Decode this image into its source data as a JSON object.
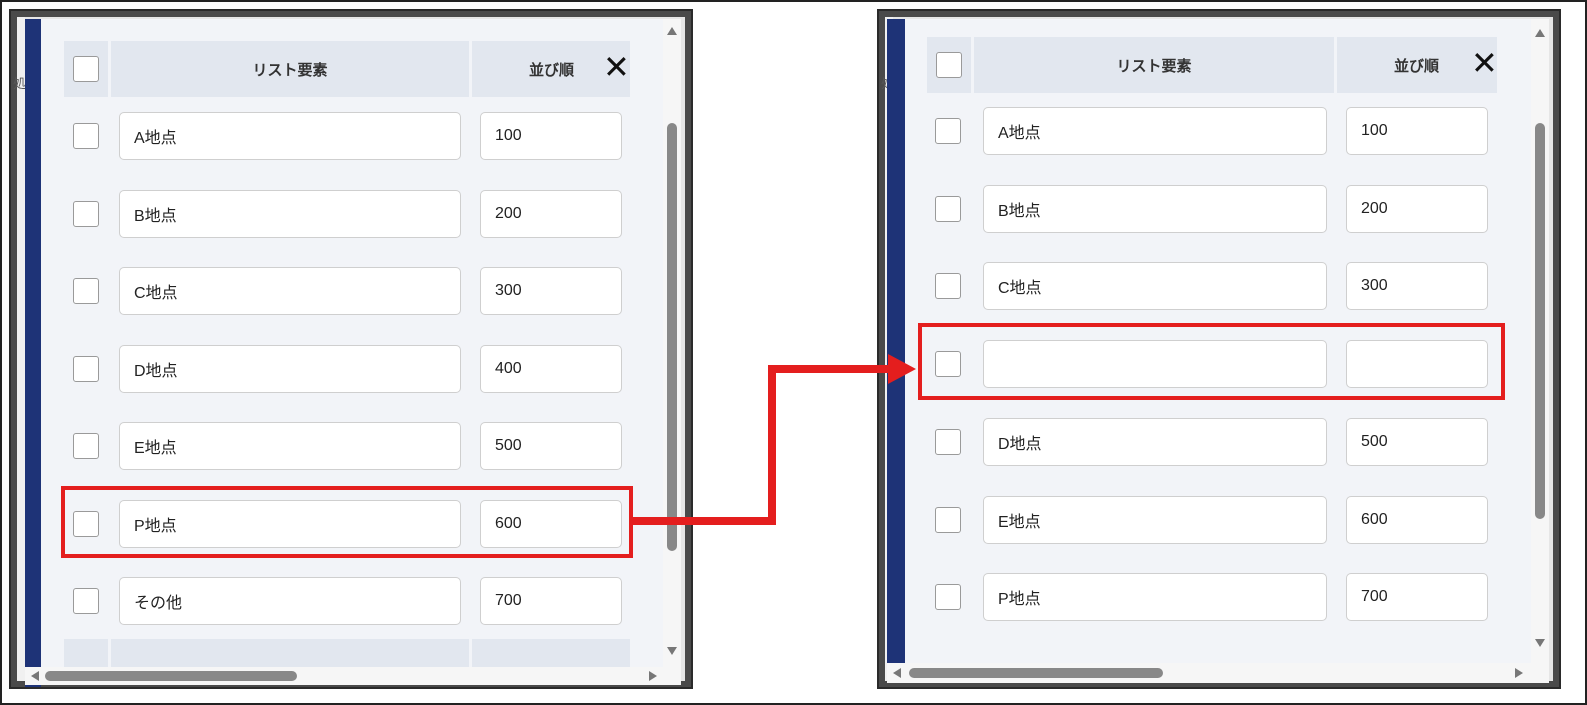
{
  "before": {
    "header": {
      "list_col": "リスト要素",
      "order_col": "並び順",
      "close_icon": "close-icon"
    },
    "rows": [
      {
        "name": "A地点",
        "order": "100"
      },
      {
        "name": "B地点",
        "order": "200"
      },
      {
        "name": "C地点",
        "order": "300"
      },
      {
        "name": "D地点",
        "order": "400"
      },
      {
        "name": "E地点",
        "order": "500"
      },
      {
        "name": "P地点",
        "order": "600"
      },
      {
        "name": "その他",
        "order": "700"
      }
    ],
    "edge_text": "処"
  },
  "after": {
    "header": {
      "list_col": "リスト要素",
      "order_col": "並び順",
      "close_icon": "close-icon"
    },
    "rows": [
      {
        "name": "A地点",
        "order": "100"
      },
      {
        "name": "B地点",
        "order": "200"
      },
      {
        "name": "C地点",
        "order": "300"
      },
      {
        "name": "",
        "order": ""
      },
      {
        "name": "D地点",
        "order": "500"
      },
      {
        "name": "E地点",
        "order": "600"
      },
      {
        "name": "P地点",
        "order": "700"
      }
    ],
    "edge_text": "処"
  },
  "colors": {
    "highlight": "#e41e1e",
    "nav": "#1e3377"
  },
  "close_glyph": "✕"
}
